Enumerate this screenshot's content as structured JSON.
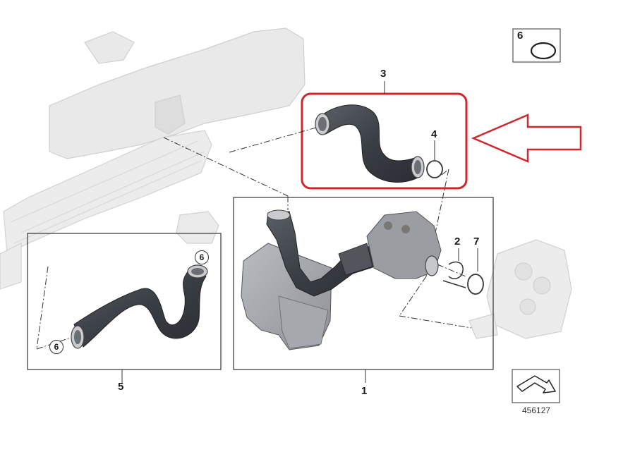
{
  "labels": {
    "part1": "1",
    "part2": "2",
    "part3": "3",
    "part4": "4",
    "part5": "5",
    "part7": "7",
    "legend6": "6",
    "callout6a": "6",
    "callout6b": "6"
  },
  "reference_number": "456127",
  "colors": {
    "highlight": "#d0262c",
    "hose": "#3f434a",
    "ghost": "#e6e6e6"
  },
  "icons": {
    "legend": "o-ring-icon",
    "nav": "arrow-icon",
    "pointer": "red-outline-arrow-icon"
  }
}
